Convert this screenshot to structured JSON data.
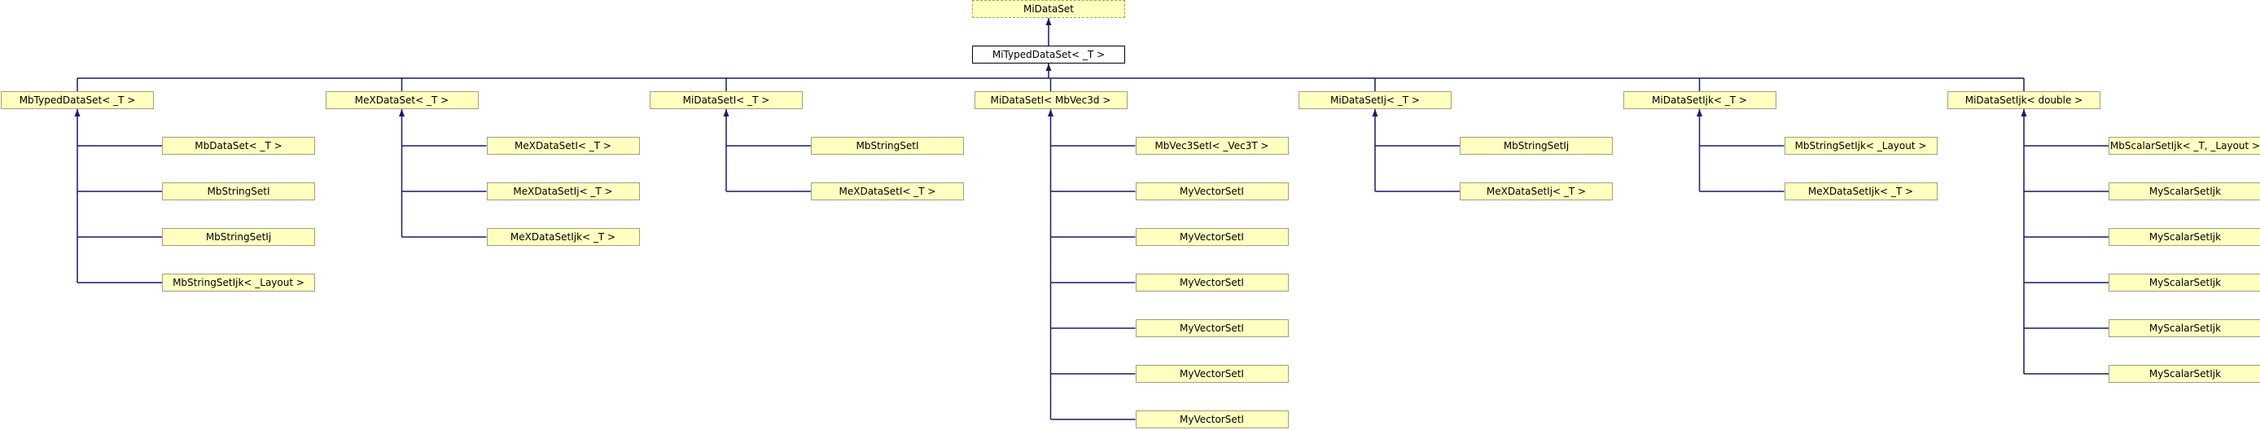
{
  "root": {
    "label": "MiDataSet"
  },
  "focus": {
    "label": "MiTypedDataSet< _T >"
  },
  "groups": [
    {
      "label": "MbTypedDataSet< _T >",
      "children": [
        "MbDataSet< _T >",
        "MbStringSetI",
        "MbStringSetIj",
        "MbStringSetIjk< _Layout >"
      ]
    },
    {
      "label": "MeXDataSet< _T >",
      "children": [
        "MeXDataSetI< _T >",
        "MeXDataSetIj< _T >",
        "MeXDataSetIjk< _T >"
      ]
    },
    {
      "label": "MiDataSetI< _T >",
      "children": [
        "MbStringSetI",
        "MeXDataSetI< _T >"
      ]
    },
    {
      "label": "MiDataSetI< MbVec3d >",
      "children": [
        "MbVec3SetI< _Vec3T >",
        "MyVectorSetI",
        "MyVectorSetI",
        "MyVectorSetI",
        "MyVectorSetI",
        "MyVectorSetI",
        "MyVectorSetI"
      ]
    },
    {
      "label": "MiDataSetIj< _T >",
      "children": [
        "MbStringSetIj",
        "MeXDataSetIj< _T >"
      ]
    },
    {
      "label": "MiDataSetIjk< _T >",
      "children": [
        "MbStringSetIjk< _Layout >",
        "MeXDataSetIjk< _T >"
      ]
    },
    {
      "label": "MiDataSetIjk< double >",
      "children": [
        "MbScalarSetIjk< _T, _Layout >",
        "MyScalarSetIjk",
        "MyScalarSetIjk",
        "MyScalarSetIjk",
        "MyScalarSetIjk",
        "MyScalarSetIjk"
      ]
    }
  ]
}
